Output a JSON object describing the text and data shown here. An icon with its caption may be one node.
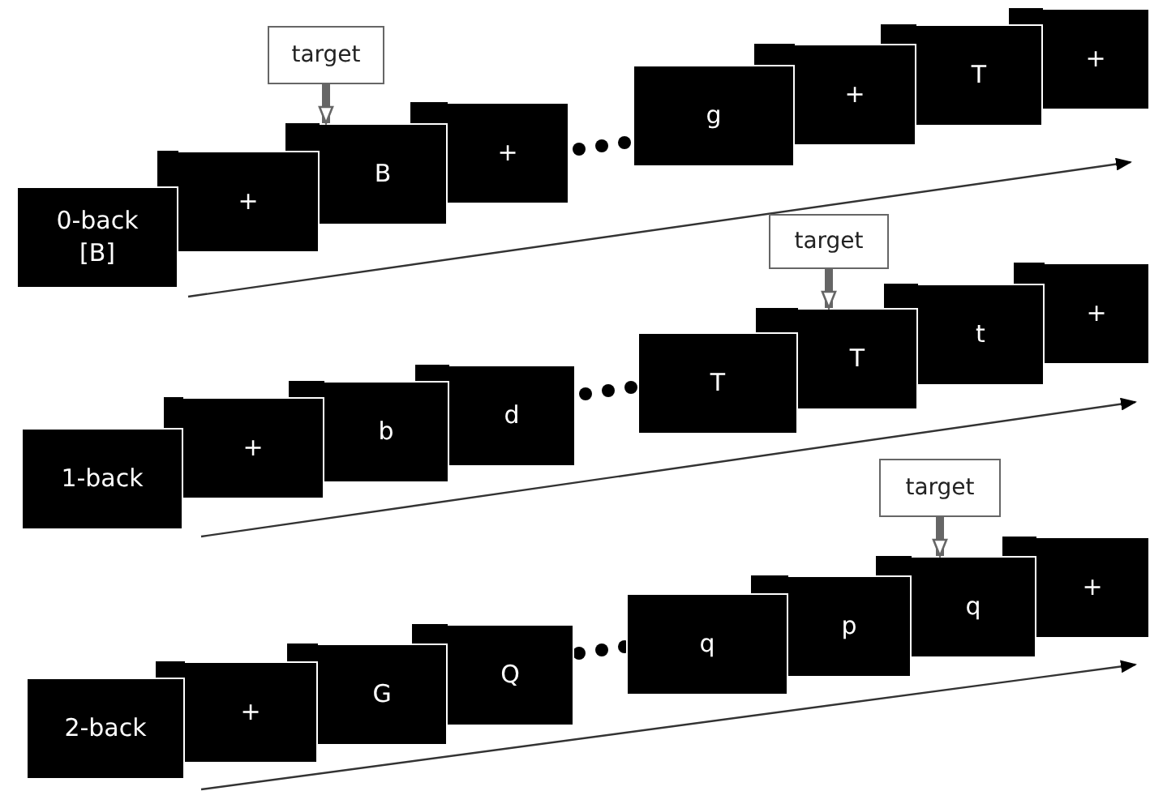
{
  "diagram": {
    "nodes": [
      {
        "text": [
          "target"
        ]
      },
      {
        "text": [
          "0-back [B]"
        ]
      },
      {
        "text": [
          "+"
        ]
      },
      {
        "text": [
          "B"
        ]
      },
      {
        "text": [
          "+"
        ]
      },
      {
        "text": [
          "g"
        ]
      },
      {
        "text": [
          "+"
        ]
      },
      {
        "text": [
          "T"
        ]
      },
      {
        "text": [
          "+"
        ]
      },
      {
        "text": [
          "target"
        ]
      },
      {
        "text": [
          "1-back"
        ]
      },
      {
        "text": [
          "+"
        ]
      },
      {
        "text": [
          "b"
        ]
      },
      {
        "text": [
          "d"
        ]
      },
      {
        "text": [
          "T"
        ]
      },
      {
        "text": [
          "T"
        ]
      },
      {
        "text": [
          "t"
        ]
      },
      {
        "text": [
          "+"
        ]
      },
      {
        "text": [
          "target"
        ]
      },
      {
        "text": [
          "2-back"
        ]
      },
      {
        "text": [
          "+"
        ]
      },
      {
        "text": [
          "G"
        ]
      },
      {
        "text": [
          "Q"
        ]
      },
      {
        "text": [
          "q"
        ]
      },
      {
        "text": [
          "p"
        ]
      },
      {
        "text": [
          "q"
        ]
      },
      {
        "text": [
          "+"
        ]
      }
    ],
    "edges": [
      {
        "from": 0,
        "to": 3,
        "arrow": "to"
      },
      {
        "from": 9,
        "to": 15,
        "arrow": "to"
      },
      {
        "from": 18,
        "to": 25,
        "arrow": "to"
      }
    ]
  }
}
